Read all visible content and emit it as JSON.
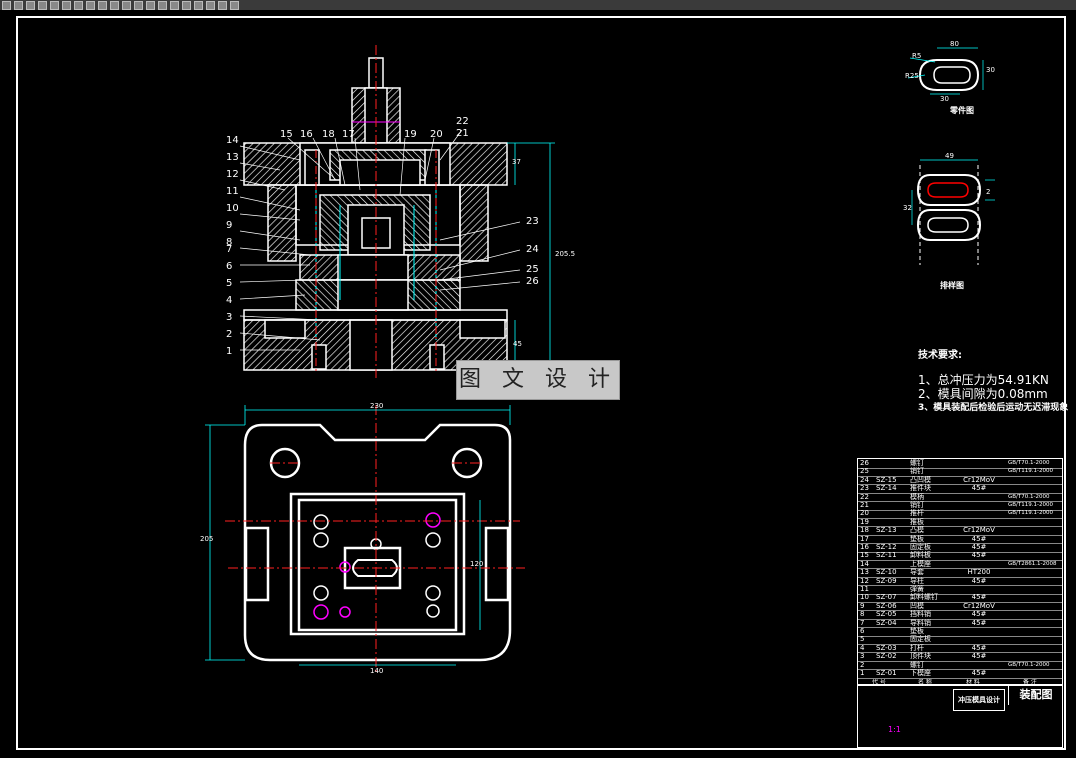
{
  "watermark": "图 文 设 计",
  "notes": {
    "title": "技术要求:",
    "lines": [
      "1、总冲压力为54.91KN",
      "2、模具间隙为0.08mm",
      "3、模具装配后检验后运动无迟滞现象"
    ]
  },
  "labels": {
    "part_drawing": "零件图",
    "strip_layout": "排样图"
  },
  "callouts": [
    "1",
    "2",
    "3",
    "4",
    "5",
    "6",
    "7",
    "8",
    "9",
    "10",
    "11",
    "12",
    "13",
    "14",
    "15",
    "16",
    "17",
    "18",
    "19",
    "20",
    "21",
    "22",
    "23",
    "24",
    "25",
    "26"
  ],
  "dimensions": {
    "part_width": "80",
    "part_height": "30",
    "part_r1": "R5",
    "part_r2": "R25",
    "part_bottom": "30",
    "strip_width": "49",
    "strip_pitch": "32",
    "strip_gap": "2",
    "front_height": "37",
    "front_total": "205.5",
    "front_base": "45",
    "plan_width": "230",
    "plan_depth": "205",
    "plan_inner": "140",
    "plan_side": "120"
  },
  "bom": {
    "rows": [
      {
        "no": "26",
        "code": "",
        "name": "螺钉",
        "material": "",
        "note": "GB/T70.1-2000"
      },
      {
        "no": "25",
        "code": "",
        "name": "销钉",
        "material": "",
        "note": "GB/T119.1-2000"
      },
      {
        "no": "24",
        "code": "SZ-15",
        "name": "凸凹模",
        "material": "Cr12MoV",
        "note": ""
      },
      {
        "no": "23",
        "code": "SZ-14",
        "name": "推件块",
        "material": "45#",
        "note": ""
      },
      {
        "no": "22",
        "code": "",
        "name": "模柄",
        "material": "",
        "note": "GB/T70.1-2000"
      },
      {
        "no": "21",
        "code": "",
        "name": "销钉",
        "material": "",
        "note": "GB/T119.1-2000"
      },
      {
        "no": "20",
        "code": "",
        "name": "推杆",
        "material": "",
        "note": "GB/T119.1-2000"
      },
      {
        "no": "19",
        "code": "",
        "name": "推板",
        "material": "",
        "note": ""
      },
      {
        "no": "18",
        "code": "SZ-13",
        "name": "凸模",
        "material": "Cr12MoV",
        "note": ""
      },
      {
        "no": "17",
        "code": "",
        "name": "垫板",
        "material": "45#",
        "note": ""
      },
      {
        "no": "16",
        "code": "SZ-12",
        "name": "固定板",
        "material": "45#",
        "note": ""
      },
      {
        "no": "15",
        "code": "SZ-11",
        "name": "卸料板",
        "material": "45#",
        "note": ""
      },
      {
        "no": "14",
        "code": "",
        "name": "上模座",
        "material": "",
        "note": "GB/T2861.1-2008"
      },
      {
        "no": "13",
        "code": "SZ-10",
        "name": "导套",
        "material": "HT200",
        "note": ""
      },
      {
        "no": "12",
        "code": "SZ-09",
        "name": "导柱",
        "material": "45#",
        "note": ""
      },
      {
        "no": "11",
        "code": "",
        "name": "弹簧",
        "material": "",
        "note": ""
      },
      {
        "no": "10",
        "code": "SZ-07",
        "name": "卸料螺钉",
        "material": "45#",
        "note": ""
      },
      {
        "no": "9",
        "code": "SZ-06",
        "name": "凹模",
        "material": "Cr12MoV",
        "note": ""
      },
      {
        "no": "8",
        "code": "SZ-05",
        "name": "挡料销",
        "material": "45#",
        "note": ""
      },
      {
        "no": "7",
        "code": "SZ-04",
        "name": "导料销",
        "material": "45#",
        "note": ""
      },
      {
        "no": "6",
        "code": "",
        "name": "垫板",
        "material": "",
        "note": ""
      },
      {
        "no": "5",
        "code": "",
        "name": "固定板",
        "material": "",
        "note": ""
      },
      {
        "no": "4",
        "code": "SZ-03",
        "name": "打杆",
        "material": "45#",
        "note": ""
      },
      {
        "no": "3",
        "code": "SZ-02",
        "name": "顶件块",
        "material": "45#",
        "note": ""
      },
      {
        "no": "2",
        "code": "",
        "name": "螺钉",
        "material": "",
        "note": "GB/T70.1-2000"
      },
      {
        "no": "1",
        "code": "SZ-01",
        "name": "下模座",
        "material": "45#",
        "note": ""
      }
    ],
    "header": {
      "code": "代 号",
      "name": "名 称",
      "material": "材 料",
      "note": "备 注"
    }
  },
  "title_block": {
    "name": "冲压模具设计",
    "drawing": "装配图",
    "scale": "1:1"
  },
  "colors": {
    "line": "#ffffff",
    "hatch": "#ffffff",
    "center": "#ff2020",
    "dimension": "#00ffff",
    "annotation": "#ff00ff",
    "background": "#000000"
  }
}
